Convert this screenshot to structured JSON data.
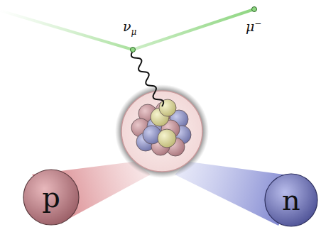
{
  "diagram": {
    "nodes": [
      {
        "text": [
          "p"
        ]
      },
      {
        "text": [
          "n"
        ]
      }
    ],
    "labels": [
      "νμ",
      "μ−"
    ]
  }
}
